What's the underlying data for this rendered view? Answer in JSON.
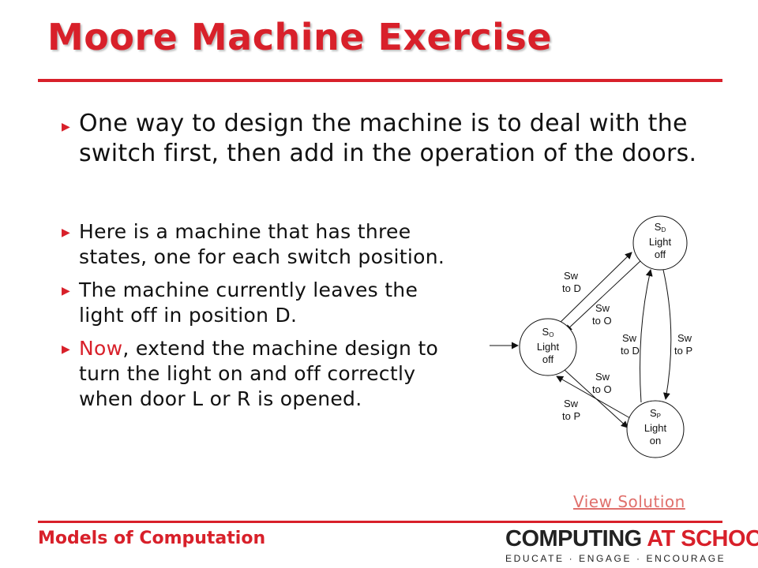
{
  "slide": {
    "title": "Moore Machine Exercise",
    "bullet_main": "One way to design the machine is to deal with the switch first, then add in the operation of the doors.",
    "bullets": [
      {
        "text": "Here is a machine that has three states, one for each switch position."
      },
      {
        "text": "The machine currently leaves the light off in position D."
      },
      {
        "highlight": "Now",
        "text": ", extend the machine design to turn the light on and off correctly when door L or R is opened."
      }
    ],
    "bullet_marker": "▶",
    "link": "View Solution",
    "footer": "Models of Computation",
    "logo": {
      "main_prefix": "COMPUTING ",
      "main_accent": "AT SCHOOL",
      "tagline": "EDUCATE · ENGAGE · ENCOURAGE"
    },
    "colors": {
      "accent": "#d8202a",
      "link": "#e0706c",
      "text": "#111111"
    }
  },
  "diagram": {
    "states": [
      {
        "id": "D",
        "symbol": "S",
        "subscript": "D",
        "line1": "Light",
        "line2": "off"
      },
      {
        "id": "O",
        "symbol": "S",
        "subscript": "O",
        "line1": "Light",
        "line2": "off",
        "initial": true
      },
      {
        "id": "P",
        "symbol": "S",
        "subscript": "P",
        "line1": "Light",
        "line2": "on"
      }
    ],
    "transitions": [
      {
        "from": "O",
        "to": "D",
        "line1": "Sw",
        "line2": "to D"
      },
      {
        "from": "D",
        "to": "O",
        "line1": "Sw",
        "line2": "to O"
      },
      {
        "from": "P",
        "to": "D",
        "line1": "Sw",
        "line2": "to D"
      },
      {
        "from": "D",
        "to": "P",
        "line1": "Sw",
        "line2": "to P"
      },
      {
        "from": "P",
        "to": "O",
        "line1": "Sw",
        "line2": "to O"
      },
      {
        "from": "O",
        "to": "P",
        "line1": "Sw",
        "line2": "to P"
      }
    ]
  }
}
